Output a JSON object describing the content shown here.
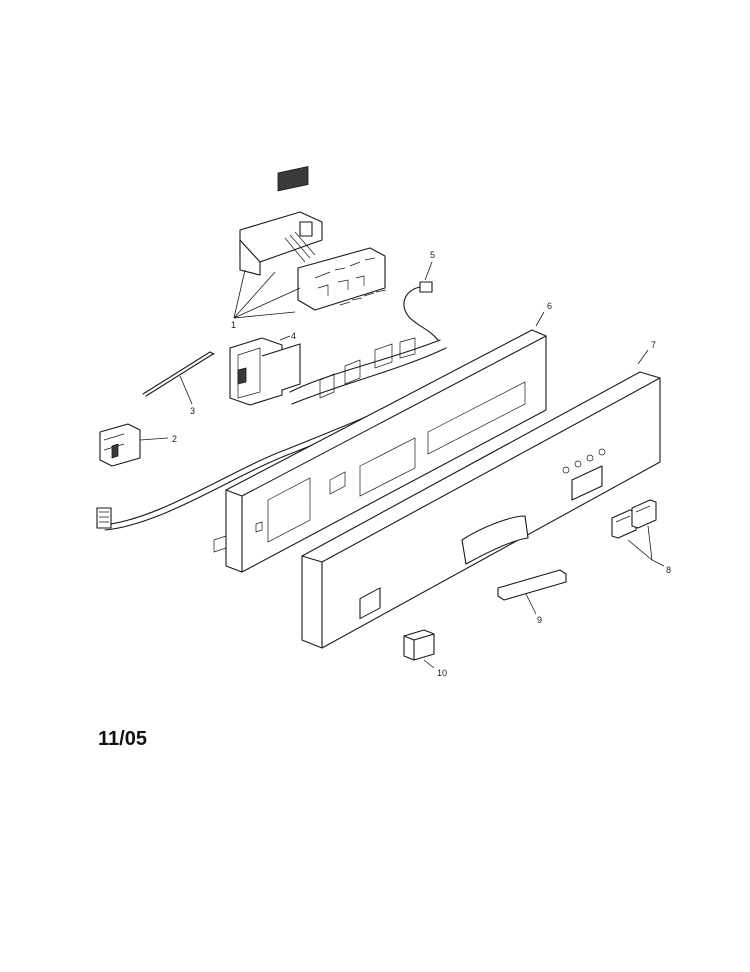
{
  "date_code": "11/05",
  "callouts": [
    {
      "id": "1",
      "label": "1"
    },
    {
      "id": "2",
      "label": "2"
    },
    {
      "id": "3",
      "label": "3"
    },
    {
      "id": "4",
      "label": "4"
    },
    {
      "id": "5",
      "label": "5"
    },
    {
      "id": "6",
      "label": "6"
    },
    {
      "id": "7",
      "label": "7"
    },
    {
      "id": "8",
      "label": "8"
    },
    {
      "id": "9",
      "label": "9"
    },
    {
      "id": "10",
      "label": "10"
    }
  ]
}
